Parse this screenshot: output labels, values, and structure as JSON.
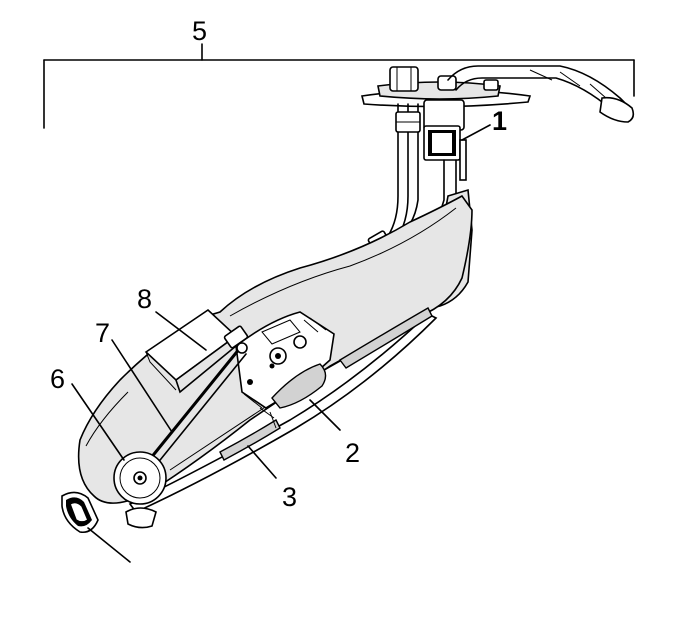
{
  "callouts": {
    "c1": "1",
    "c2": "2",
    "c3": "3",
    "c5": "5",
    "c6": "6",
    "c7": "7",
    "c8": "8"
  }
}
